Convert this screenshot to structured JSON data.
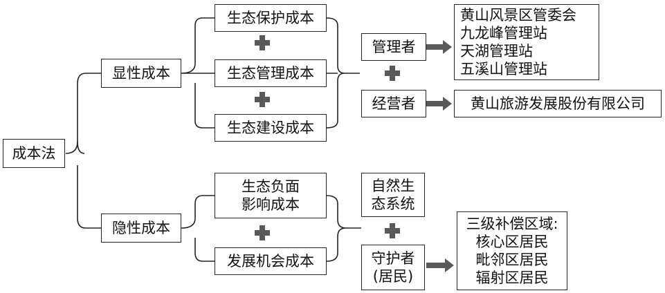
{
  "root": "成本法",
  "explicit": {
    "label": "显性成本",
    "items": [
      "生态保护成本",
      "生态管理成本",
      "生态建设成本"
    ],
    "bearers": [
      {
        "label": "管理者",
        "targets": "黄山风景区管委会\n九龙峰管理站\n天湖管理站\n五溪山管理站"
      },
      {
        "label": "经营者",
        "targets": "黄山旅游发展股份有限公司"
      }
    ]
  },
  "implicit": {
    "label": "隐性成本",
    "items": [
      "生态负面\n影响成本",
      "发展机会成本"
    ],
    "bearers": [
      {
        "label": "自然生\n态系统"
      },
      {
        "label": "守护者\n(居民)",
        "targets": "三级补偿区域:\n核心区居民\n毗邻区居民\n辐射区居民"
      }
    ]
  },
  "colors": {
    "line": "#222222",
    "plus": "#595959",
    "arrow": "#595959"
  }
}
